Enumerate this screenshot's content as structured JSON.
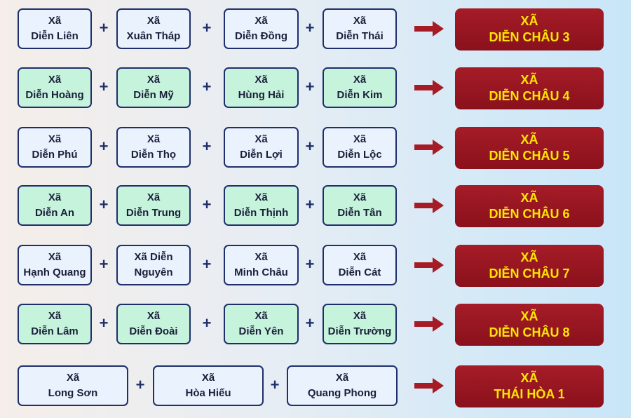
{
  "groups": [
    {
      "communes": [
        [
          "Xã",
          "Diễn Liên"
        ],
        [
          "Xã",
          "Xuân Tháp"
        ],
        [
          "Xã",
          "Diễn Đồng"
        ],
        [
          "Xã",
          "Diễn Thái"
        ]
      ],
      "result": [
        "XÃ",
        "DIỄN CHÂU 3"
      ]
    },
    {
      "communes": [
        [
          "Xã",
          "Diễn Hoàng"
        ],
        [
          "Xã",
          "Diễn Mỹ"
        ],
        [
          "Xã",
          "Hùng Hải"
        ],
        [
          "Xã",
          "Diễn Kim"
        ]
      ],
      "result": [
        "XÃ",
        "DIỄN CHÂU 4"
      ]
    },
    {
      "communes": [
        [
          "Xã",
          "Diễn Phú"
        ],
        [
          "Xã",
          "Diễn Thọ"
        ],
        [
          "Xã",
          "Diễn Lợi"
        ],
        [
          "Xã",
          "Diễn Lộc"
        ]
      ],
      "result": [
        "XÃ",
        "DIỄN CHÂU 5"
      ]
    },
    {
      "communes": [
        [
          "Xã",
          "Diễn An"
        ],
        [
          "Xã",
          "Diễn Trung"
        ],
        [
          "Xã",
          "Diễn Thịnh"
        ],
        [
          "Xã",
          "Diễn Tân"
        ]
      ],
      "result": [
        "XÃ",
        "DIỄN CHÂU 6"
      ]
    },
    {
      "communes": [
        [
          "Xã",
          "Hạnh Quang"
        ],
        [
          "Xã Diễn",
          "Nguyên"
        ],
        [
          "Xã",
          "Minh Châu"
        ],
        [
          "Xã",
          "Diễn Cát"
        ]
      ],
      "result": [
        "XÃ",
        "DIỄN CHÂU 7"
      ]
    },
    {
      "communes": [
        [
          "Xã",
          "Diễn Lâm"
        ],
        [
          "Xã",
          "Diễn Đoài"
        ],
        [
          "Xã",
          "Diễn Yên"
        ],
        [
          "Xã",
          "Diễn Trường"
        ]
      ],
      "result": [
        "XÃ",
        "DIỄN CHÂU 8"
      ]
    },
    {
      "communes": [
        [
          "Xã",
          "Long Sơn"
        ],
        [
          "Xã",
          "Hòa Hiếu"
        ],
        [
          "Xã",
          "Quang Phong"
        ]
      ],
      "result": [
        "XÃ",
        "THÁI HÒA 1"
      ]
    }
  ],
  "plus_symbol": "+",
  "colors": {
    "box_light": "#e9f2fd",
    "box_green": "#c6f3dc",
    "box_border": "#1f2f6b",
    "arrow": "#a51c27",
    "result_bg": "#9b1722",
    "result_text": "#ffe600"
  }
}
